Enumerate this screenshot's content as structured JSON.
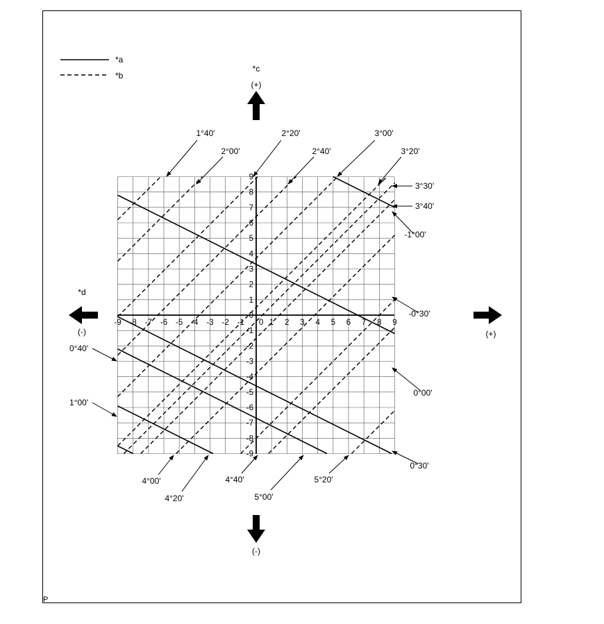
{
  "legend": [
    {
      "key": "a",
      "label": "*a",
      "style": "solid"
    },
    {
      "key": "b",
      "label": "*b",
      "style": "dashed"
    }
  ],
  "directions": {
    "up": {
      "label": "*c",
      "sign": "(+)"
    },
    "left": {
      "label": "*d",
      "sign": "(-)"
    },
    "right": {
      "sign": "(+)"
    },
    "down": {
      "sign": "(-)"
    }
  },
  "x_ticks": [
    "-9",
    "-8",
    "-7",
    "-6",
    "-5",
    "-4",
    "-3",
    "-2",
    "-1",
    "0",
    "1",
    "2",
    "3",
    "4",
    "5",
    "6",
    "7",
    "8",
    "9"
  ],
  "y_ticks": [
    "9",
    "8",
    "7",
    "6",
    "5",
    "4",
    "3",
    "2",
    "1",
    "0",
    "-1",
    "-2",
    "-3",
    "-4",
    "-5",
    "-6",
    "-7",
    "-8",
    "-9"
  ],
  "corner_mark": "P",
  "colors": {
    "ink": "#000000",
    "grid": "#555555",
    "paper": "#ffffff"
  },
  "chart_data": {
    "type": "line",
    "xlim": [
      -9,
      9
    ],
    "ylim": [
      -9,
      9
    ],
    "grid": true,
    "solid_lines_slope": -0.5,
    "solid_lines": [
      {
        "label": "-1°00'",
        "y_intercept": 11.5
      },
      {
        "label": "-0°30'",
        "y_intercept": 3.3
      },
      {
        "label": "0°00'",
        "y_intercept": -4.6
      },
      {
        "label": "0°30'",
        "y_intercept": -13
      },
      {
        "label": "0°40'",
        "y_intercept": -6.7
      },
      {
        "label": "1°00'",
        "y_intercept": -10.4
      }
    ],
    "dashed_lines_slope": 1.0,
    "dashed_lines": [
      {
        "label": "1°40'",
        "y_intercept": 15.2
      },
      {
        "label": "2°00'",
        "y_intercept": 12.5
      },
      {
        "label": "2°20'",
        "y_intercept": 8.9
      },
      {
        "label": "2°40'",
        "y_intercept": 6.4
      },
      {
        "label": "3°00'",
        "y_intercept": 3.7
      },
      {
        "label": "3°20'",
        "y_intercept": 0.5
      },
      {
        "label": "3°30'",
        "y_intercept": -0.4
      },
      {
        "label": "3°40'",
        "y_intercept": -1.5
      },
      {
        "label": "4°00'",
        "y_intercept": -18
      },
      {
        "label": "4°20'",
        "y_intercept": -15.2
      },
      {
        "label": "4°40'",
        "y_intercept": -9.8
      },
      {
        "label": "5°00'",
        "y_intercept": -8
      },
      {
        "label": "5°20'",
        "y_intercept": -3.8
      }
    ],
    "extra_solid_labels": [],
    "extra_dashed_labels": []
  }
}
